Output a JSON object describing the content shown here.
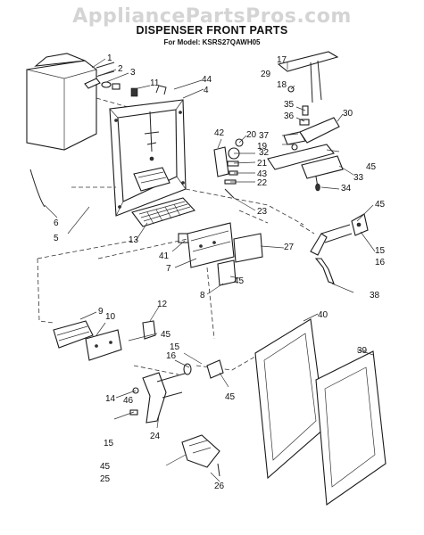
{
  "watermark": "AppliancePartsPros.com",
  "title": "DISPENSER FRONT PARTS",
  "subtitle": "For Model: KSRS27QAWH05",
  "callouts": [
    "1",
    "2",
    "3",
    "4",
    "5",
    "6",
    "7",
    "8",
    "9",
    "10",
    "11",
    "12",
    "13",
    "14",
    "15",
    "15",
    "15",
    "16",
    "16",
    "16",
    "17",
    "18",
    "19",
    "20",
    "21",
    "22",
    "23",
    "24",
    "25",
    "26",
    "27",
    "29",
    "30",
    "32",
    "33",
    "34",
    "35",
    "36",
    "37",
    "38",
    "39",
    "40",
    "41",
    "42",
    "43",
    "44",
    "45",
    "45",
    "45",
    "45",
    "45",
    "45",
    "45",
    "46"
  ]
}
